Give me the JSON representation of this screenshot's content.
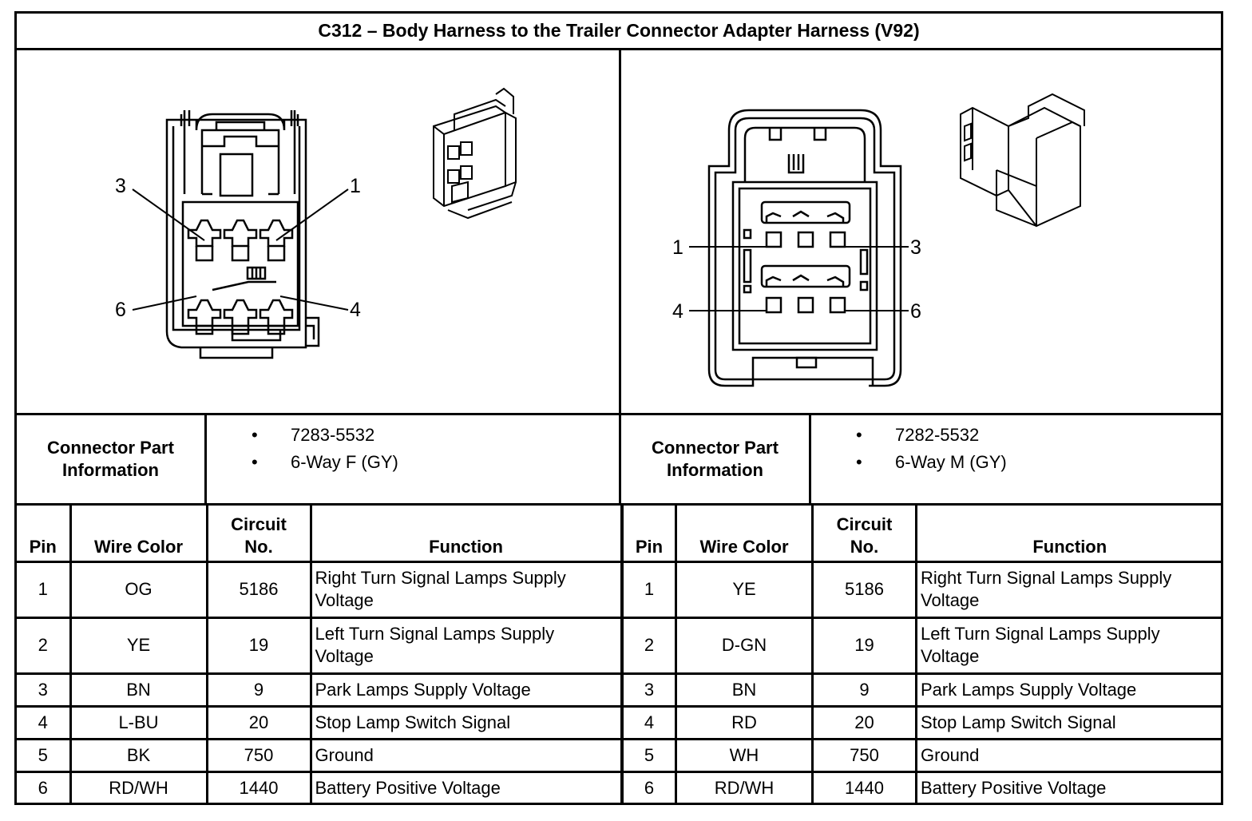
{
  "title": "C312 – Body Harness to the Trailer Connector Adapter Harness (V92)",
  "left": {
    "pin_labels": [
      "3",
      "1",
      "6",
      "4"
    ],
    "connector_info_label": [
      "Connector Part",
      "Information"
    ],
    "part_info": [
      "7283-5532",
      "6-Way F (GY)"
    ],
    "headers": {
      "pin": "Pin",
      "wire_color": "Wire Color",
      "circuit": [
        "Circuit",
        "No."
      ],
      "function": "Function"
    },
    "rows": [
      {
        "pin": "1",
        "wire": "OG",
        "circuit": "5186",
        "function": [
          "Right Turn Signal Lamps Supply",
          "Voltage"
        ]
      },
      {
        "pin": "2",
        "wire": "YE",
        "circuit": "19",
        "function": [
          "Left Turn Signal Lamps Supply",
          "Voltage"
        ]
      },
      {
        "pin": "3",
        "wire": "BN",
        "circuit": "9",
        "function": [
          "Park Lamps Supply Voltage"
        ]
      },
      {
        "pin": "4",
        "wire": "L-BU",
        "circuit": "20",
        "function": [
          "Stop Lamp Switch Signal"
        ]
      },
      {
        "pin": "5",
        "wire": "BK",
        "circuit": "750",
        "function": [
          "Ground"
        ]
      },
      {
        "pin": "6",
        "wire": "RD/WH",
        "circuit": "1440",
        "function": [
          "Battery Positive Voltage"
        ]
      }
    ]
  },
  "right": {
    "pin_labels": [
      "1",
      "3",
      "4",
      "6"
    ],
    "connector_info_label": [
      "Connector Part",
      "Information"
    ],
    "part_info": [
      "7282-5532",
      "6-Way M (GY)"
    ],
    "headers": {
      "pin": "Pin",
      "wire_color": "Wire Color",
      "circuit": [
        "Circuit",
        "No."
      ],
      "function": "Function"
    },
    "rows": [
      {
        "pin": "1",
        "wire": "YE",
        "circuit": "5186",
        "function": [
          "Right Turn Signal Lamps Supply",
          "Voltage"
        ]
      },
      {
        "pin": "2",
        "wire": "D-GN",
        "circuit": "19",
        "function": [
          "Left Turn Signal Lamps Supply",
          "Voltage"
        ]
      },
      {
        "pin": "3",
        "wire": "BN",
        "circuit": "9",
        "function": [
          "Park Lamps Supply Voltage"
        ]
      },
      {
        "pin": "4",
        "wire": "RD",
        "circuit": "20",
        "function": [
          "Stop Lamp Switch Signal"
        ]
      },
      {
        "pin": "5",
        "wire": "WH",
        "circuit": "750",
        "function": [
          "Ground"
        ]
      },
      {
        "pin": "6",
        "wire": "RD/WH",
        "circuit": "1440",
        "function": [
          "Battery Positive Voltage"
        ]
      }
    ]
  }
}
